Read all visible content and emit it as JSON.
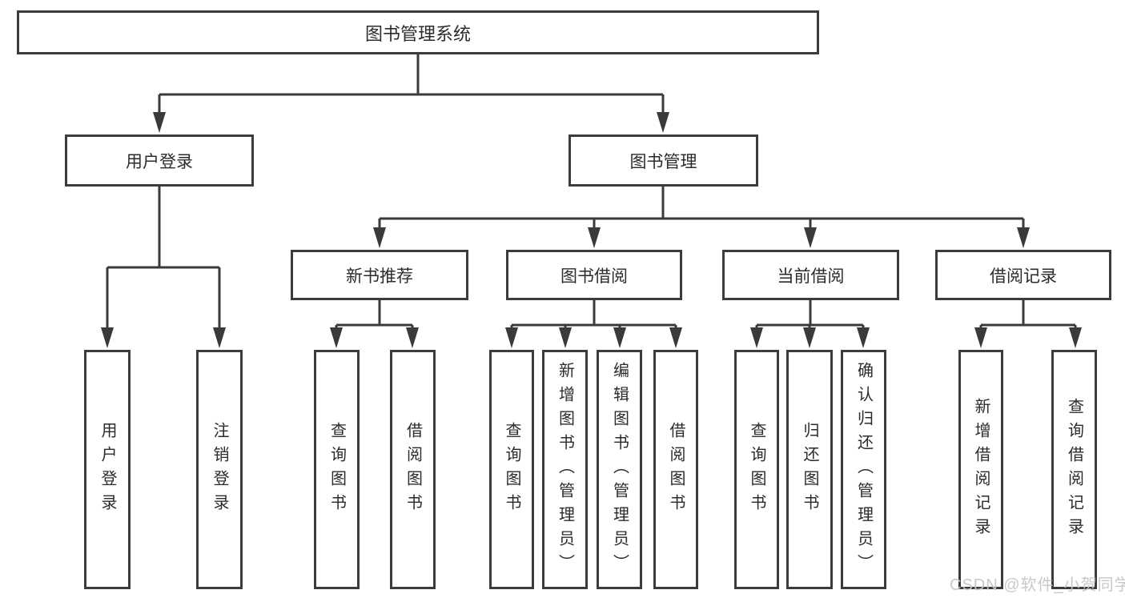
{
  "tree": {
    "label": "图书管理系统",
    "children": [
      {
        "label": "用户登录",
        "children": [
          {
            "label": "用户登录"
          },
          {
            "label": "注销登录"
          }
        ]
      },
      {
        "label": "图书管理",
        "children": [
          {
            "label": "新书推荐",
            "children": [
              {
                "label": "查询图书"
              },
              {
                "label": "借阅图书"
              }
            ]
          },
          {
            "label": "图书借阅",
            "children": [
              {
                "label": "查询图书"
              },
              {
                "label": "新增图书（管理员）"
              },
              {
                "label": "编辑图书（管理员）"
              },
              {
                "label": "借阅图书"
              }
            ]
          },
          {
            "label": "当前借阅",
            "children": [
              {
                "label": "查询图书"
              },
              {
                "label": "归还图书"
              },
              {
                "label": "确认归还（管理员）"
              }
            ]
          },
          {
            "label": "借阅记录",
            "children": [
              {
                "label": "新增借阅记录"
              },
              {
                "label": "查询借阅记录"
              }
            ]
          }
        ]
      }
    ]
  },
  "watermark": "CSDN @软件_小贺同学",
  "colors": {
    "line": "#3a3a3a",
    "border": "#3c3c3c",
    "text": "#2b2b2b",
    "watermark": "#c6c6c6",
    "background": "#ffffff"
  }
}
